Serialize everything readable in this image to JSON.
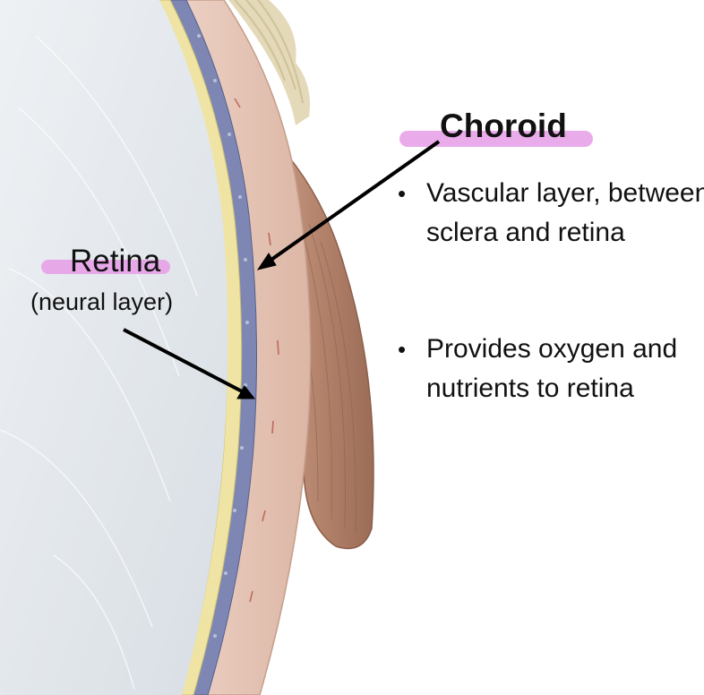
{
  "labels": {
    "choroid": "Choroid",
    "retina": "Retina",
    "retina_sub": "(neural layer)"
  },
  "choroid_points": [
    "Vascular layer, between sclera and retina",
    "Provides oxygen and nutrients to retina"
  ],
  "colors": {
    "highlight": "#e69ce6",
    "sclera": "#e8c9bb",
    "muscle": "#b98a72",
    "retina_layer": "#f0e6a8",
    "choroid_layer": "#6d7aa8",
    "vitreous": "#dde3e8",
    "arrow": "#000000"
  }
}
